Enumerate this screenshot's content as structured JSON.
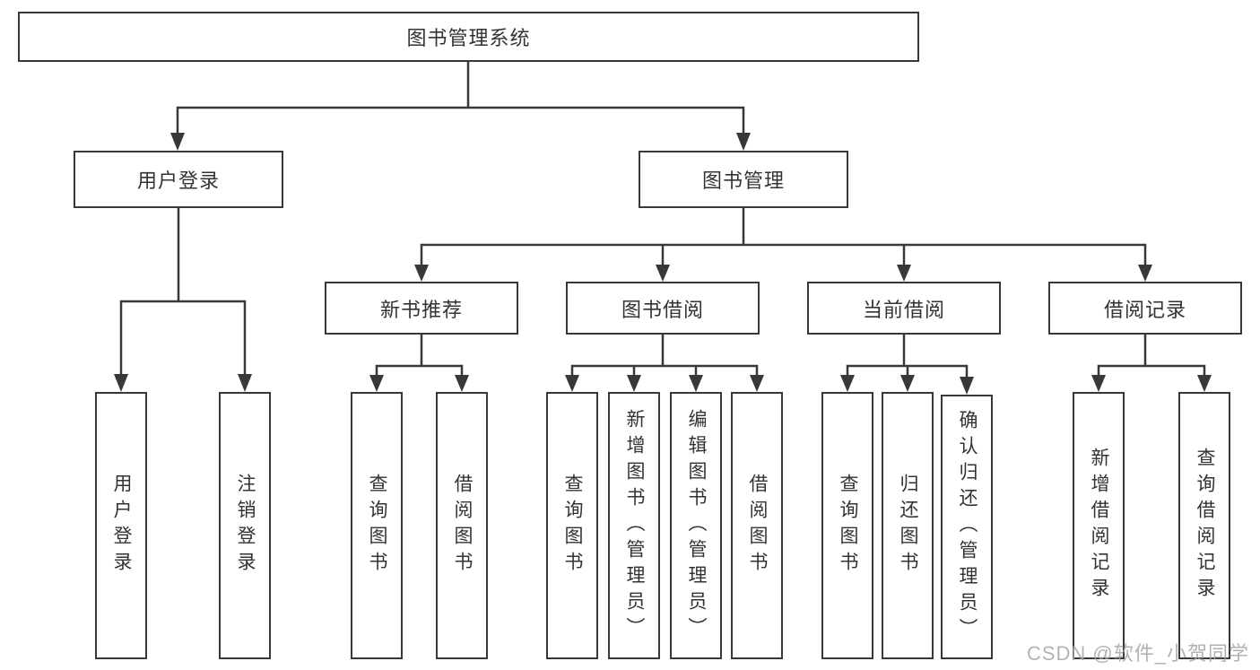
{
  "diagram": {
    "line_color": "#383838",
    "background_color": "#ffffff",
    "tree": {
      "root": "图书管理系统",
      "level2": [
        {
          "label": "用户登录",
          "children": [
            "用户登录",
            "注销登录"
          ]
        },
        {
          "label": "图书管理",
          "sections": [
            {
              "label": "新书推荐",
              "children": [
                "查询图书",
                "借阅图书"
              ]
            },
            {
              "label": "图书借阅",
              "children": [
                "查询图书",
                "新增图书（管理员）",
                "编辑图书（管理员）",
                "借阅图书"
              ]
            },
            {
              "label": "当前借阅",
              "children": [
                "查询图书",
                "归还图书",
                "确认归还（管理员）"
              ]
            },
            {
              "label": "借阅记录",
              "children": [
                "新增借阅记录",
                "查询借阅记录"
              ]
            }
          ]
        }
      ]
    }
  },
  "watermark": {
    "text": "CSDN @软件_小贺同学",
    "color": "#a5a5a5"
  }
}
